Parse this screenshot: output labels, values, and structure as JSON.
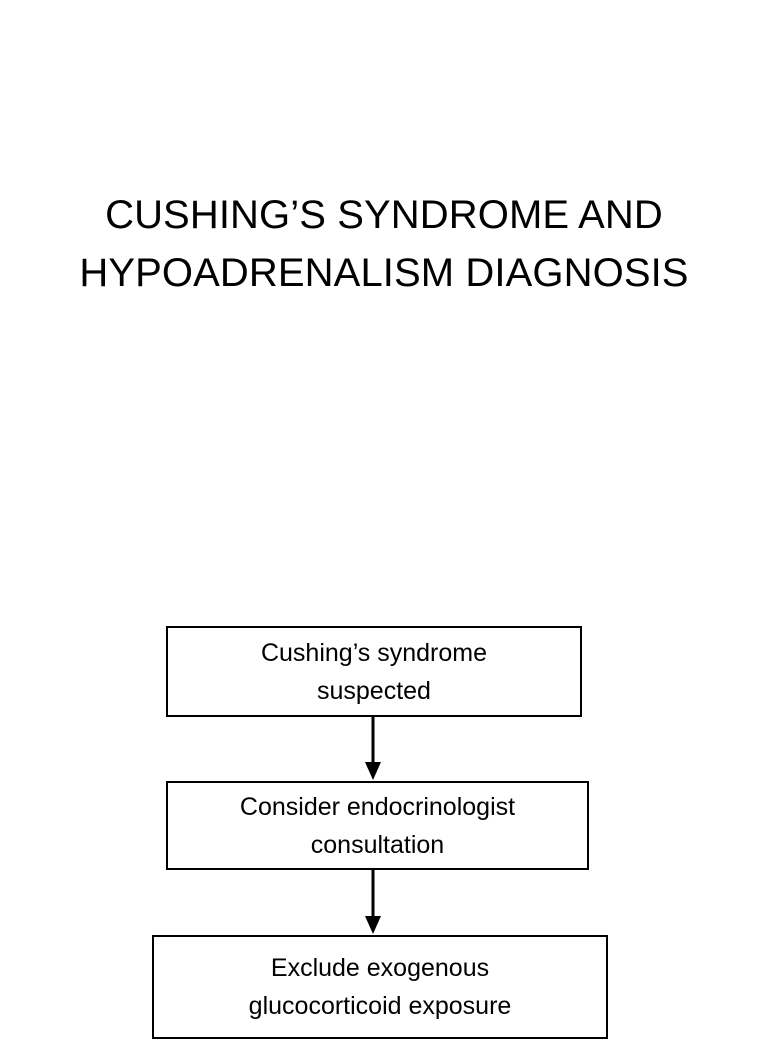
{
  "slide": {
    "background_color": "#ffffff",
    "text_color": "#000000"
  },
  "title": {
    "line1": "CUSHING’S SYNDROME AND",
    "line2": "HYPOADRENALISM DIAGNOSIS",
    "full": "CUSHING’S SYNDROME AND HYPOADRENALISM DIAGNOSIS"
  },
  "flowchart": {
    "orientation": "vertical",
    "box_border_color": "#000000",
    "box_fill_color": "#ffffff",
    "arrow_color": "#000000",
    "nodes": [
      {
        "id": "cushings-syndrome-suspected",
        "label": "Cushing’s syndrome suspected",
        "line1": "Cushing’s syndrome",
        "line2": "suspected"
      },
      {
        "id": "consider-endocrinologist-consultation",
        "label": "Consider endocrinologist consultation",
        "line1": "Consider endocrinologist",
        "line2": "consultation"
      },
      {
        "id": "exclude-exogenous-glucocorticoid-exposure",
        "label": "Exclude exogenous glucocorticoid exposure",
        "line1": "Exclude exogenous",
        "line2": "glucocorticoid exposure"
      }
    ],
    "edges": [
      {
        "id": "edge-1",
        "from": "cushings-syndrome-suspected",
        "to": "consider-endocrinologist-consultation",
        "style": "arrow-down"
      },
      {
        "id": "edge-2",
        "from": "consider-endocrinologist-consultation",
        "to": "exclude-exogenous-glucocorticoid-exposure",
        "style": "arrow-down"
      }
    ]
  }
}
